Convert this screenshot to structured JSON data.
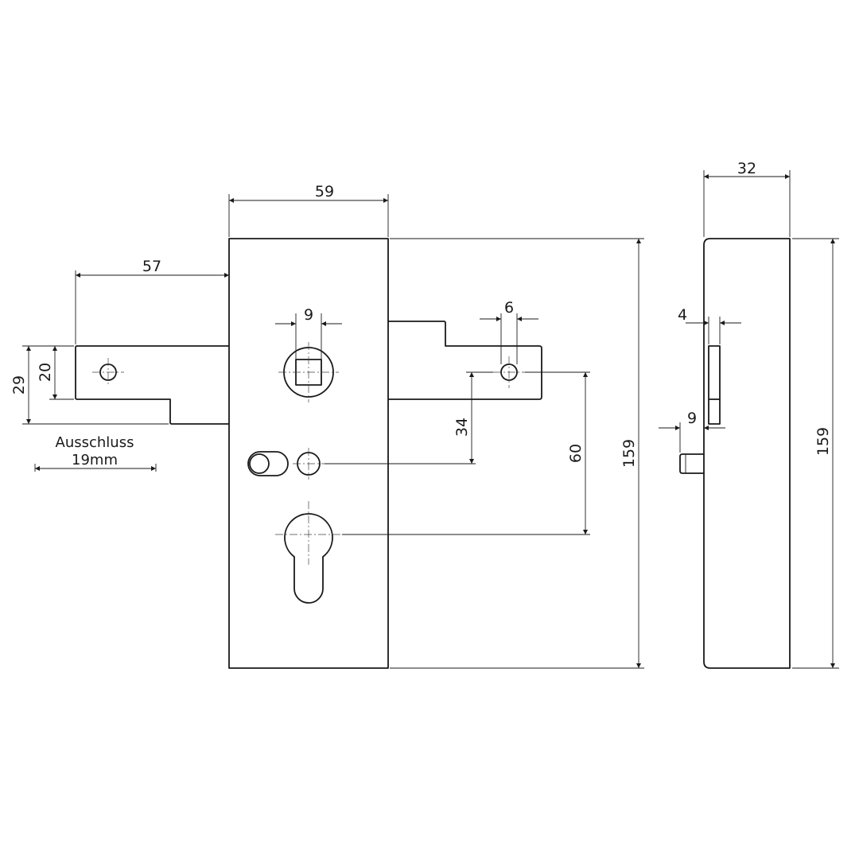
{
  "dimensions": {
    "plate_width": "59",
    "bolt_projection": "57",
    "square_width": "9",
    "hole_diameter": "6",
    "bolt_height_outer": "29",
    "bolt_height_inner": "20",
    "distance_34": "34",
    "distance_60": "60",
    "plate_height_front": "159",
    "side_depth": "32",
    "side_thickness": "4",
    "side_pin": "9",
    "plate_height_side": "159"
  },
  "note": {
    "title": "Ausschluss",
    "value": "19mm"
  }
}
